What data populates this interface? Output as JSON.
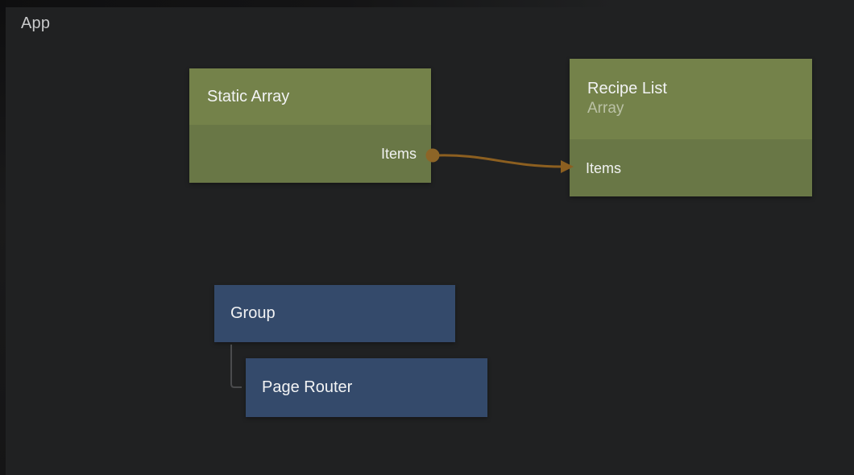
{
  "breadcrumb": {
    "label": "App"
  },
  "canvas": {
    "background_color": "#202122",
    "edge_shadow_color": "#0f0f10"
  },
  "nodes": {
    "static_array": {
      "title": "Static Array",
      "output_label": "Items",
      "header_color": "#74824a",
      "body_color": "#697746"
    },
    "recipe_list": {
      "title": "Recipe List",
      "subtitle": "Array",
      "input_label": "Items",
      "header_color": "#74824a",
      "body_color": "#697746"
    },
    "group": {
      "title": "Group",
      "color": "#344a6b"
    },
    "page_router": {
      "title": "Page Router",
      "color": "#344a6b"
    }
  },
  "connection": {
    "from_node": "Static Array",
    "from_port": "Items",
    "to_node": "Recipe List",
    "to_port": "Items",
    "color": "#8c5f20"
  },
  "hierarchy_link": {
    "parent": "Group",
    "child": "Page Router",
    "color": "#4a4b4d"
  }
}
